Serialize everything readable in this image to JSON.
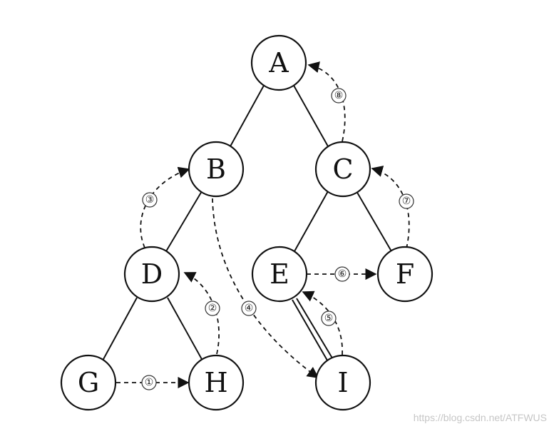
{
  "nodes": [
    {
      "id": "A",
      "label": "A"
    },
    {
      "id": "B",
      "label": "B"
    },
    {
      "id": "C",
      "label": "C"
    },
    {
      "id": "D",
      "label": "D"
    },
    {
      "id": "E",
      "label": "E"
    },
    {
      "id": "F",
      "label": "F"
    },
    {
      "id": "G",
      "label": "G"
    },
    {
      "id": "H",
      "label": "H"
    },
    {
      "id": "I",
      "label": "I"
    }
  ],
  "edges": [
    {
      "from": "A",
      "to": "B"
    },
    {
      "from": "A",
      "to": "C"
    },
    {
      "from": "B",
      "to": "D"
    },
    {
      "from": "D",
      "to": "G"
    },
    {
      "from": "D",
      "to": "H"
    },
    {
      "from": "C",
      "to": "E"
    },
    {
      "from": "C",
      "to": "F"
    },
    {
      "from": "E",
      "to": "I"
    }
  ],
  "threads": [
    {
      "step": "①",
      "from": "G",
      "to": "H"
    },
    {
      "step": "②",
      "from": "H",
      "to": "D"
    },
    {
      "step": "③",
      "from": "D",
      "to": "B"
    },
    {
      "step": "④",
      "from": "B",
      "to": "I"
    },
    {
      "step": "⑤",
      "from": "I",
      "to": "E"
    },
    {
      "step": "⑥",
      "from": "E",
      "to": "F"
    },
    {
      "step": "⑦",
      "from": "F",
      "to": "C"
    },
    {
      "step": "⑧",
      "from": "C",
      "to": "A"
    }
  ],
  "watermark": "https://blog.csdn.net/ATFWUS"
}
